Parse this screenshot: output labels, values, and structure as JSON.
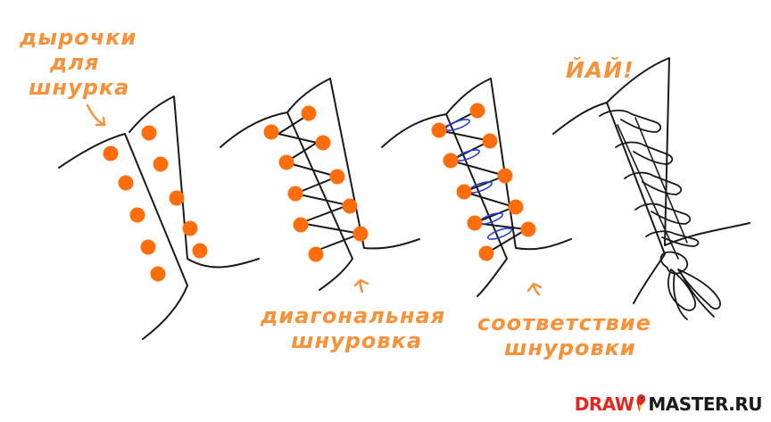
{
  "colors": {
    "accent": "#f7923a",
    "eyelet": "#ff6d0c",
    "stroke": "#1a1a1a",
    "lace_back": "#2b3fd8"
  },
  "labels": {
    "holes_line1": "дырочки",
    "holes_line2": "для",
    "holes_line3": "шнурка",
    "yay": "ЙАЙ!",
    "diagonal_line1": "диагональная",
    "diagonal_line2": "шнуровка",
    "matching_line1": "соответствие",
    "matching_line2": "шнуровки"
  },
  "logo": {
    "part1": "DRAW",
    "part2": "MASTER.RU",
    "icon": "parrot-icon"
  }
}
